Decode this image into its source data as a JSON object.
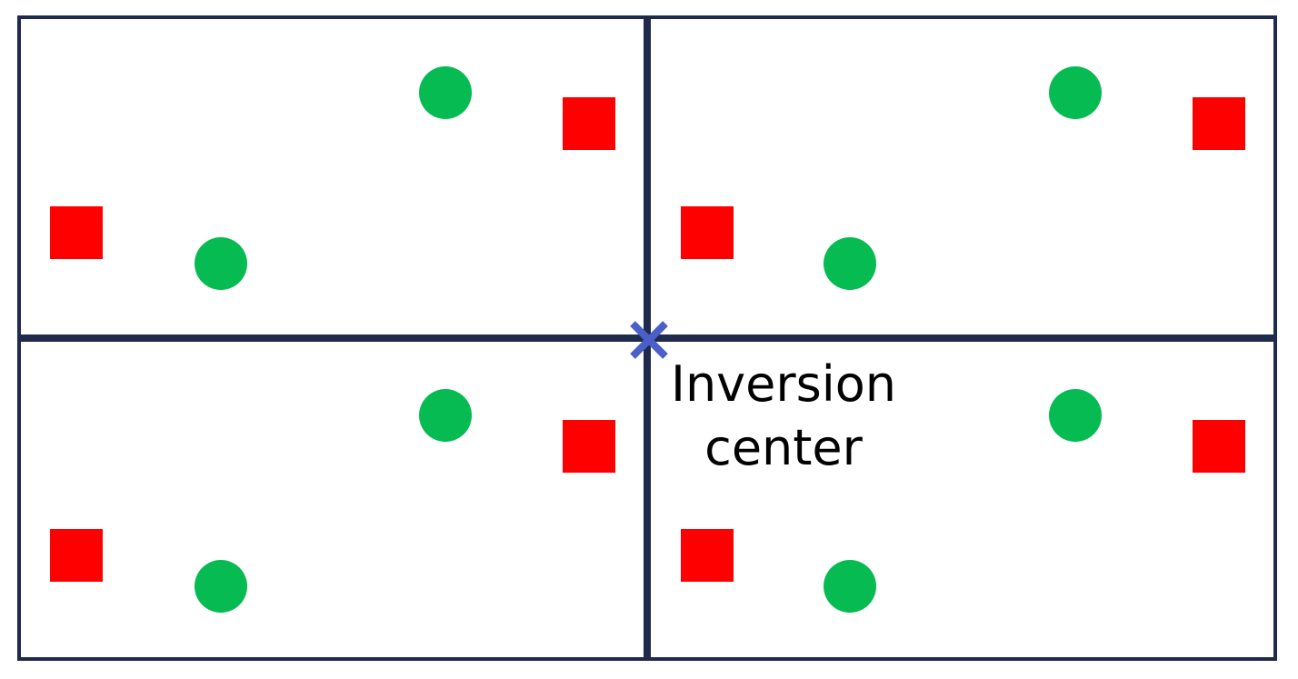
{
  "diagram": {
    "label_line1": "Inversion",
    "label_line2": "center",
    "colors": {
      "border": "#1f2a4d",
      "square": "#ff0000",
      "circle": "#07bb53",
      "marker": "#4a5fc8"
    },
    "cells": [
      {
        "name": "top-left",
        "squares": 2,
        "circles": 2
      },
      {
        "name": "top-right",
        "squares": 2,
        "circles": 2
      },
      {
        "name": "bottom-left",
        "squares": 2,
        "circles": 2
      },
      {
        "name": "bottom-right",
        "squares": 2,
        "circles": 2
      }
    ],
    "marker_icon": "cross-icon"
  }
}
